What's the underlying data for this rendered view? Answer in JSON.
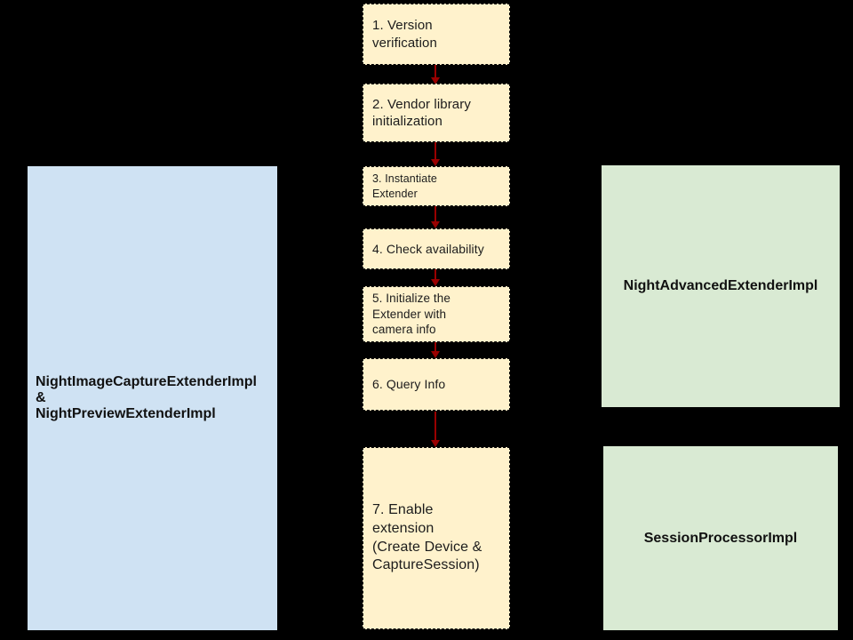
{
  "flow": {
    "steps": [
      {
        "label": "1. Version\nverification"
      },
      {
        "label": "2. Vendor library\ninitialization"
      },
      {
        "label": "3. Instantiate\nExtender"
      },
      {
        "label": "4. Check availability"
      },
      {
        "label": "5. Initialize the\nExtender with\ncamera info"
      },
      {
        "label": "6. Query Info"
      },
      {
        "label": "7. Enable\nextension\n(Create Device &\nCaptureSession)"
      }
    ],
    "arrow_count": 6
  },
  "impl_boxes": {
    "left": {
      "label": "NightImageCaptureExtenderImpl\n&\nNightPreviewExtenderImpl"
    },
    "right_top": {
      "label": "NightAdvancedExtenderImpl"
    },
    "right_bottom": {
      "label": "SessionProcessorImpl"
    }
  },
  "colors": {
    "background": "#000000",
    "step_fill": "#fff2cc",
    "step_border": "#000000",
    "left_box_fill": "#cfe2f3",
    "right_box_fill": "#d9ead3",
    "arrow": "#990000",
    "text": "#1c1c1c"
  }
}
